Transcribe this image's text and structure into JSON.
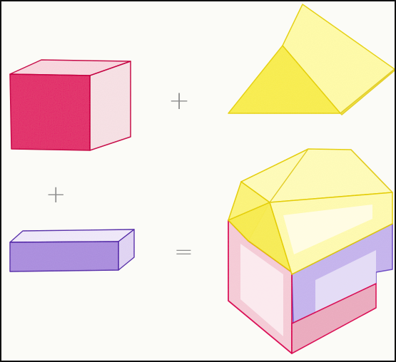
{
  "operators": {
    "plus_top": "+",
    "plus_left": "+",
    "equals": "="
  },
  "colors": {
    "cube_front": "#e0406f",
    "cube_top": "#f6d3da",
    "cube_side": "#f2dde0",
    "prism_yellow": "#f8f27a",
    "prism_yellow_dark": "#f1e550",
    "block_purple": "#a88cd8",
    "block_top": "#ebe4f5",
    "house_red": "#e6507a",
    "house_purple": "#9d83d6"
  },
  "shapes": [
    "red-cube",
    "yellow-triangular-prism",
    "purple-rectangular-block",
    "composite-house"
  ]
}
